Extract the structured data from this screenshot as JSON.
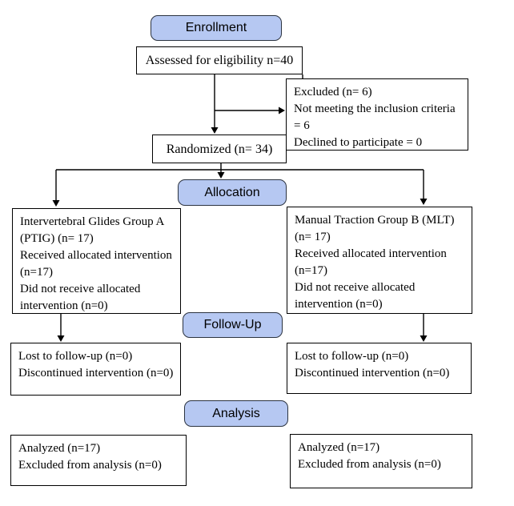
{
  "diagram": {
    "stages": {
      "enrollment": "Enrollment",
      "allocation": "Allocation",
      "followup": "Follow-Up",
      "analysis": "Analysis"
    },
    "boxes": {
      "assessed": {
        "text": "Assessed for eligibility n=40"
      },
      "excluded": {
        "lines": [
          "Excluded (n= 6)",
          "Not meeting the inclusion criteria",
          "= 6",
          "Declined to participate = 0"
        ]
      },
      "randomized": {
        "text": "Randomized (n= 34)"
      },
      "group_a": {
        "lines": [
          "Intervertebral Glides Group A",
          "(PTIG) (n= 17)",
          "Received allocated intervention",
          "(n=17)",
          "Did not receive allocated",
          "intervention (n=0)"
        ]
      },
      "group_b": {
        "lines": [
          "Manual Traction Group B (MLT)",
          "(n= 17)",
          "Received allocated intervention",
          "(n=17)",
          "Did not receive allocated",
          "intervention (n=0)"
        ]
      },
      "followup_a": {
        "lines": [
          "Lost to follow-up (n=0)",
          "Discontinued intervention (n=0)"
        ]
      },
      "followup_b": {
        "lines": [
          "Lost to follow-up (n=0)",
          "Discontinued intervention (n=0)"
        ]
      },
      "analysis_a": {
        "lines": [
          "Analyzed (n=17)",
          "Excluded from analysis (n=0)"
        ]
      },
      "analysis_b": {
        "lines": [
          "Analyzed (n=17)",
          "Excluded from analysis (n=0)"
        ]
      }
    },
    "colors": {
      "stage_fill": "#b6c8f2",
      "stage_border": "#2b3340",
      "box_border": "#000000",
      "line": "#000000"
    }
  }
}
